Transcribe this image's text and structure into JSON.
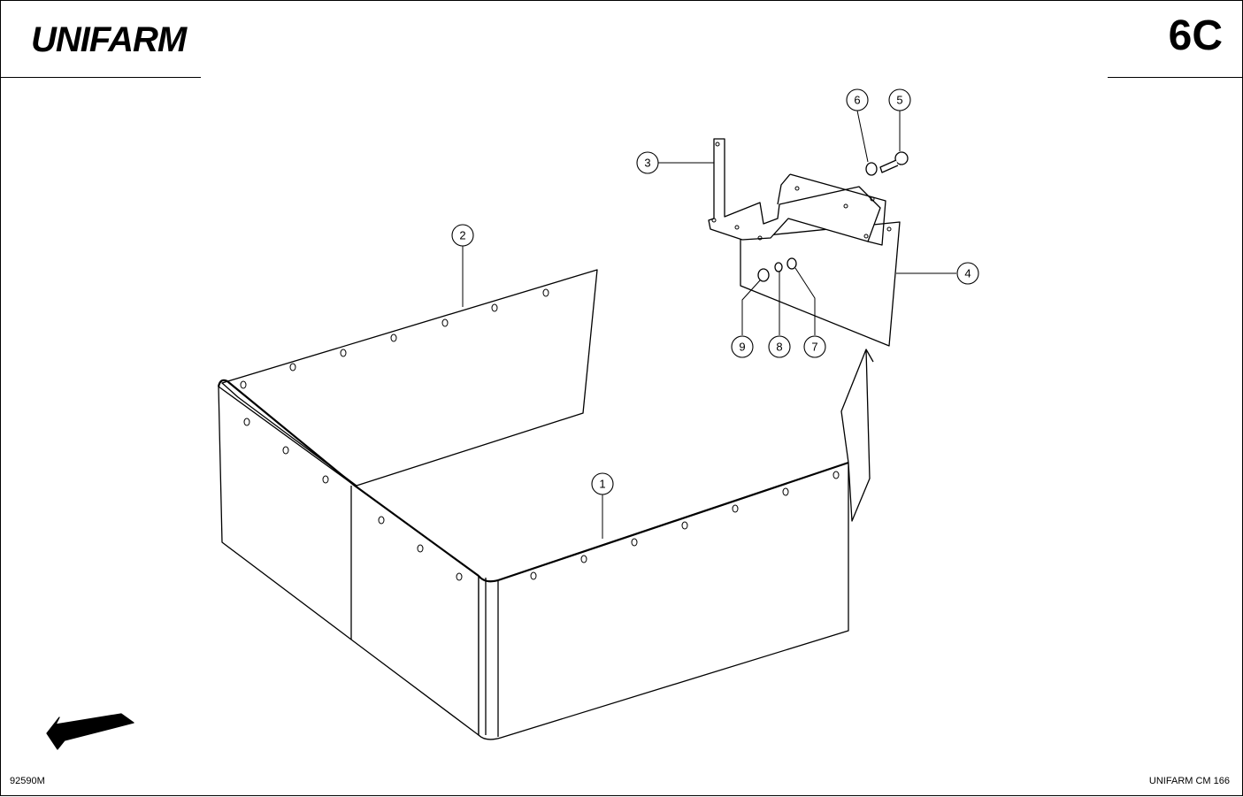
{
  "header": {
    "brand": "UNIFARM",
    "page_code": "6C"
  },
  "footer": {
    "drawing_number": "92590M",
    "model": "UNIFARM CM 166"
  },
  "callouts": [
    {
      "label": "1"
    },
    {
      "label": "2"
    },
    {
      "label": "3"
    },
    {
      "label": "4"
    },
    {
      "label": "5"
    },
    {
      "label": "6"
    },
    {
      "label": "7"
    },
    {
      "label": "8"
    },
    {
      "label": "9"
    }
  ]
}
